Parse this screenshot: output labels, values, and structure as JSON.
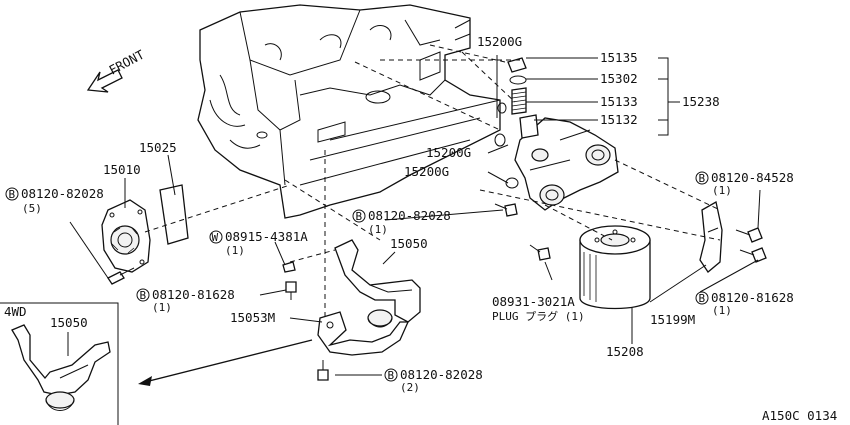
{
  "labels": {
    "front": "FRONT",
    "p15200g_top": "15200G",
    "p15135": "15135",
    "p15302": "15302",
    "p15133": "15133",
    "p15238": "15238",
    "p15132": "15132",
    "p15200g_mid": "15200G",
    "p15200g_low": "15200G",
    "p15025": "15025",
    "p15010": "15010",
    "b08120_82028_a": "08120-82028",
    "b08120_82028_a_qty": "(5)",
    "b08120_82028_b": "08120-82028",
    "b08120_82028_b_qty": "(1)",
    "w08915_4381a": "08915-4381A",
    "w08915_4381a_qty": "(1)",
    "p15050": "15050",
    "b08120_81628_a": "08120-81628",
    "b08120_81628_a_qty": "(1)",
    "p15053m": "15053M",
    "b08120_82028_c": "08120-82028",
    "b08120_82028_c_qty": "(2)",
    "b08120_84528": "08120-84528",
    "b08120_84528_qty": "(1)",
    "b08120_81628_b": "08120-81628",
    "b08120_81628_b_qty": "(1)",
    "p08931_3021a": "08931-3021A",
    "plug_text": "PLUG プラグ (1)",
    "p15199m": "15199M",
    "p15208": "15208",
    "inset_title": "4WD",
    "inset_15050": "15050",
    "diagram_code": "A150C 0134"
  },
  "symbols": {
    "bolt": "B",
    "washer": "W"
  }
}
